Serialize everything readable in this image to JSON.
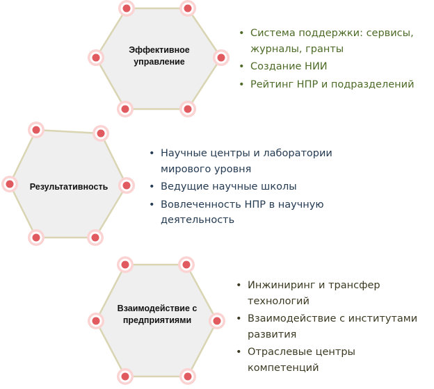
{
  "colors": {
    "hex_fill": "#efefef",
    "hex_stroke": "#d9d4b2",
    "node_outer": "#fbd3d3",
    "node_ring": "#ffffff",
    "node_core": "#e05a60",
    "green_text": "#4d6b27",
    "blue_text": "#253b52",
    "dark_text": "#3c3a22"
  },
  "hexagons": [
    {
      "title": "Эффективное управление",
      "bullets": [
        "Система поддержки: сервисы, журналы, гранты",
        "Создание НИИ",
        "Рейтинг НПР и подразделений"
      ]
    },
    {
      "title": "Результативность",
      "bullets": [
        "Научные центры и лаборатории мирового уровня",
        "Ведущие научные школы",
        "Вовлеченность НПР в научную деятельность"
      ]
    },
    {
      "title": "Взаимодействие с предприятиями",
      "bullets": [
        "Инжиниринг и трансфер технологий",
        "Взаимодействие с институтами развития",
        "Отраслевые центры компетенций"
      ]
    }
  ]
}
